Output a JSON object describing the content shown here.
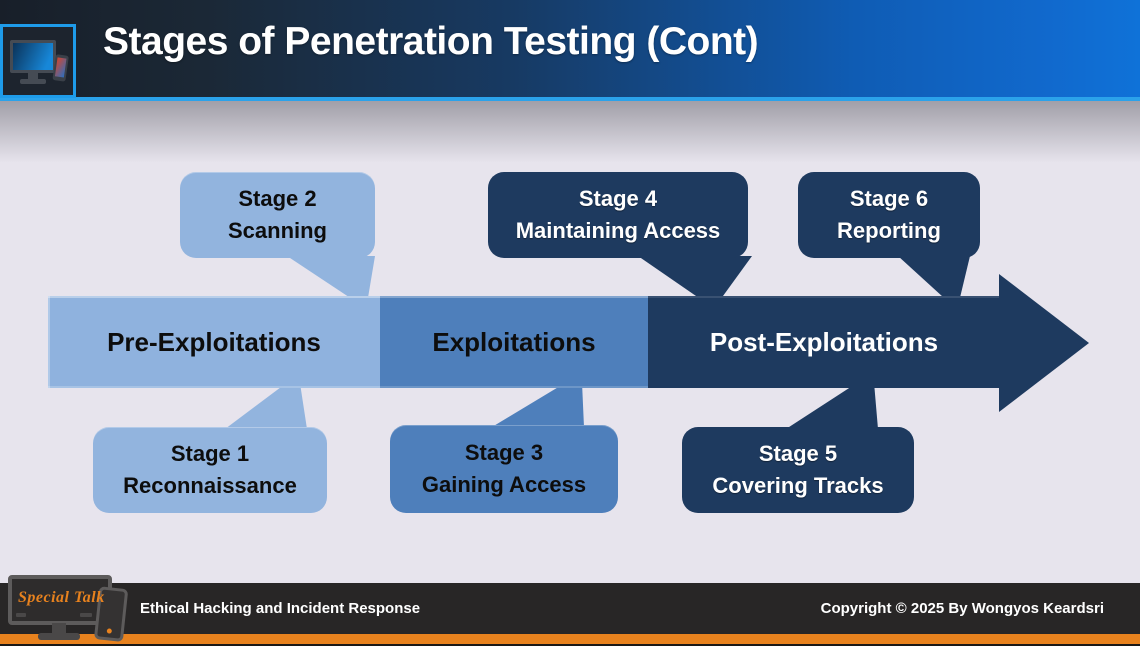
{
  "slide": {
    "title": "Stages of Penetration Testing (Cont)"
  },
  "diagram": {
    "phases": [
      {
        "label": "Pre-Exploitations",
        "color": "#8FB2DE",
        "text_color": "#0d0d0d"
      },
      {
        "label": "Exploitations",
        "color": "#4E7FBB",
        "text_color": "#0d0d0d"
      },
      {
        "label": "Post-Exploitations",
        "color": "#1E3A5F",
        "text_color": "#ffffff"
      }
    ],
    "stages": [
      {
        "line1": "Stage 1",
        "line2": "Reconnaissance",
        "position": "below-arrow",
        "theme": "light-blue"
      },
      {
        "line1": "Stage 2",
        "line2": "Scanning",
        "position": "above-arrow",
        "theme": "light-blue"
      },
      {
        "line1": "Stage 3",
        "line2": "Gaining Access",
        "position": "below-arrow",
        "theme": "medium-blue"
      },
      {
        "line1": "Stage 4",
        "line2": "Maintaining Access",
        "position": "above-arrow",
        "theme": "navy"
      },
      {
        "line1": "Stage 5",
        "line2": "Covering Tracks",
        "position": "below-arrow",
        "theme": "navy"
      },
      {
        "line1": "Stage 6",
        "line2": "Reporting",
        "position": "above-arrow",
        "theme": "navy"
      }
    ]
  },
  "footer": {
    "brand": "Special Talk",
    "course_title": "Ethical Hacking and Incident Response",
    "copyright": "Copyright © 2025 By Wongyos Keardsri"
  },
  "icons": {
    "header_logo": "desktop-and-smartphone-icon",
    "footer_logo": "desktop-and-smartphone-icon"
  },
  "colors": {
    "header_gradient_left": "#1A222D",
    "header_gradient_right": "#1169CD",
    "header_underline": "#2BA2EA",
    "logo_box_border": "#1E9BE9",
    "background": "#E7E4ED",
    "light_blue": "#92B4DE",
    "medium_blue": "#4E7FBB",
    "navy": "#1E3A5F",
    "footer_background": "#282626",
    "accent_orange": "#E8821E"
  }
}
